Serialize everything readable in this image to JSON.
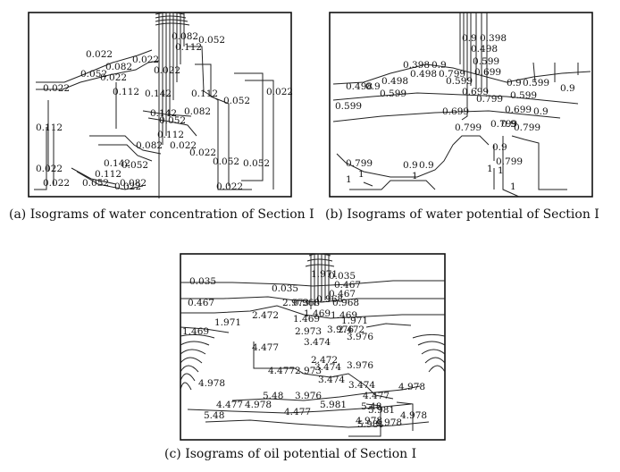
{
  "panel_a": {
    "caption": "(a) Isograms of water concentration of Section I",
    "labels": [
      "0.082",
      "0.052",
      "0.112",
      "0.022",
      "0.022",
      "0.082",
      "0.022",
      "0.052",
      "0.022",
      "0.112",
      "0.142",
      "0.112",
      "0.022",
      "0.052",
      "0.022",
      "0.112",
      "0.142",
      "0.082",
      "0.052",
      "0.112",
      "0.082",
      "0.022",
      "0.022",
      "0.142",
      "0.052",
      "0.052",
      "0.052",
      "0.022",
      "0.112",
      "0.022",
      "0.052",
      "0.082",
      "0.022",
      "0.022"
    ]
  },
  "panel_b": {
    "caption": "(b) Isograms of water potential of Section I",
    "labels": [
      "0.9",
      "0.398",
      "0.498",
      "0.599",
      "0.699",
      "0.398",
      "0.9",
      "0.498",
      "0.799",
      "0.498",
      "0.9",
      "0.599",
      "0.498",
      "0.9",
      "0.799",
      "0.599",
      "0.9",
      "0.599",
      "0.699",
      "0.599",
      "0.599",
      "0.699",
      "0.699",
      "0.9",
      "0.799",
      "0.799",
      "0.9",
      "0.799",
      "0.9",
      "0.799",
      "0.9",
      "1",
      "0.799",
      "0.9",
      "1",
      "1",
      "1",
      "1",
      "1"
    ]
  },
  "panel_c": {
    "caption": "(c) Isograms of oil potential of Section I",
    "labels": [
      "0.035",
      "1.971",
      "0.035",
      "0.035",
      "0.467",
      "0.467",
      "0.467",
      "0.968",
      "0.968",
      "2.973",
      "0.968",
      "2.472",
      "1.469",
      "1.971",
      "1.469",
      "1.469",
      "1.971",
      "3.976",
      "2.973",
      "2.472",
      "1.469",
      "4.477",
      "3.474",
      "3.976",
      "2.472",
      "4.477",
      "2.973",
      "3.474",
      "3.976",
      "4.978",
      "3.474",
      "3.474",
      "4.477",
      "4.978",
      "5.48",
      "3.976",
      "4.978",
      "4.477",
      "5.981",
      "5.48",
      "5.981",
      "4.477",
      "5.48",
      "4.978",
      "5.981",
      "4.978",
      "4.978"
    ]
  }
}
